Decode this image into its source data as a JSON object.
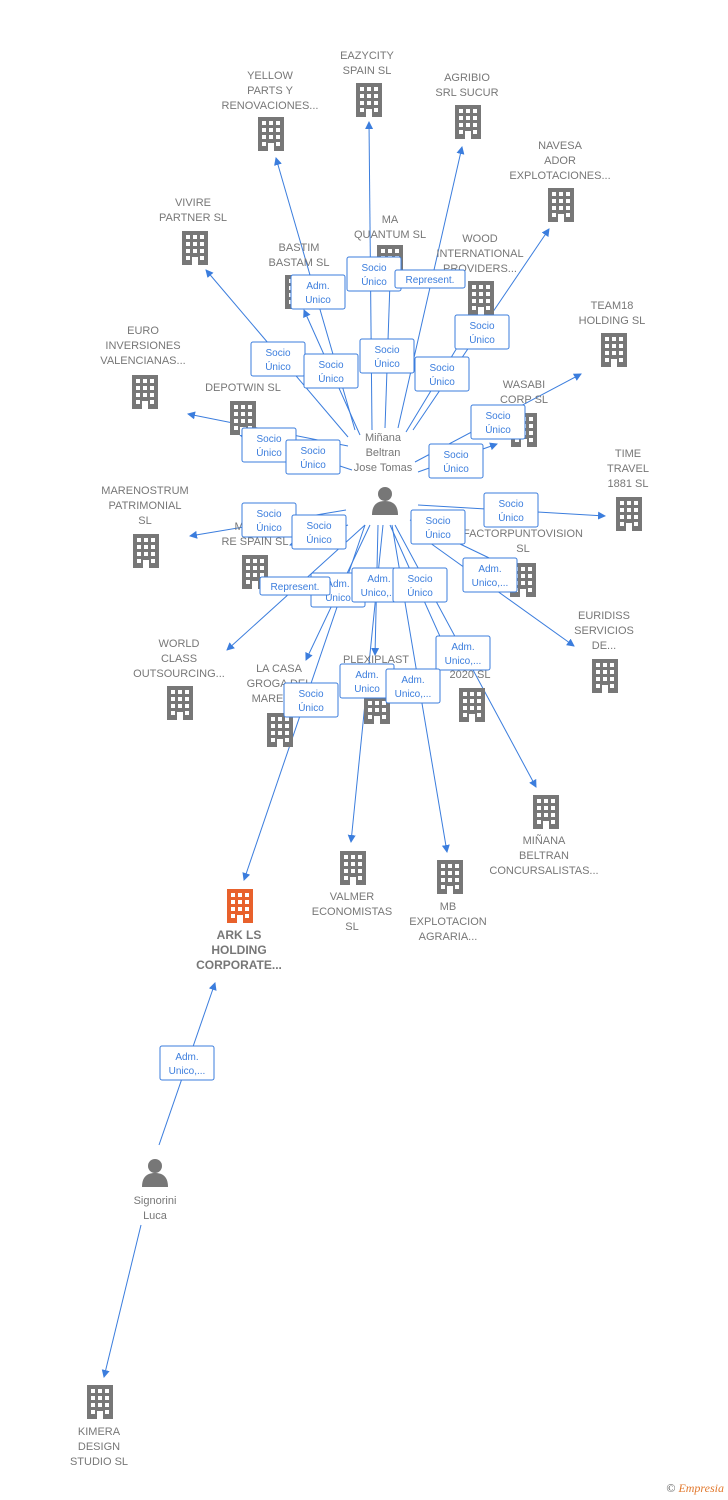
{
  "colors": {
    "edge": "#3b7ddd",
    "building": "#777777",
    "building_highlight": "#e8612c",
    "person": "#777777",
    "label": "#777777"
  },
  "nodes": [
    {
      "id": "yellow",
      "type": "company",
      "lines": [
        "YELLOW",
        "PARTS Y",
        "RENOVACIONES..."
      ]
    },
    {
      "id": "eazycity",
      "type": "company",
      "lines": [
        "EAZYCITY",
        "SPAIN  SL"
      ]
    },
    {
      "id": "agribio",
      "type": "company",
      "lines": [
        "AGRIBIO",
        "SRL SUCUR"
      ]
    },
    {
      "id": "navesa",
      "type": "company",
      "lines": [
        "NAVESA",
        "ADOR",
        "EXPLOTACIONES..."
      ]
    },
    {
      "id": "vivire",
      "type": "company",
      "lines": [
        "VIVIRE",
        "PARTNER  SL"
      ]
    },
    {
      "id": "ma",
      "type": "company",
      "lines": [
        "MA",
        "QUANTUM  SL"
      ]
    },
    {
      "id": "bastim",
      "type": "company",
      "lines": [
        "BASTIM",
        "BASTAM  SL"
      ]
    },
    {
      "id": "wood",
      "type": "company",
      "lines": [
        "WOOD",
        "INTERNATIONAL",
        "PROVIDERS..."
      ]
    },
    {
      "id": "team18",
      "type": "company",
      "lines": [
        "TEAM18",
        "HOLDING  SL"
      ]
    },
    {
      "id": "euro",
      "type": "company",
      "lines": [
        "EURO",
        "INVERSIONES",
        "VALENCIANAS..."
      ]
    },
    {
      "id": "depotwin",
      "type": "company",
      "lines": [
        "DEPOTWIN  SL"
      ]
    },
    {
      "id": "wasabi",
      "type": "company",
      "lines": [
        "WASABI",
        "CORP  SL"
      ]
    },
    {
      "id": "timetravel",
      "type": "company",
      "lines": [
        "TIME",
        "TRAVEL",
        "1881  SL"
      ]
    },
    {
      "id": "marenostrum",
      "type": "company",
      "lines": [
        "MARENOSTRUM",
        "PATRIMONIAL",
        "SL"
      ]
    },
    {
      "id": "merco",
      "type": "company",
      "lines": [
        "MERCO",
        "RE SPAIN  SL"
      ]
    },
    {
      "id": "factor",
      "type": "company",
      "lines": [
        "FACTORPUNTOVISION",
        "SL"
      ]
    },
    {
      "id": "euridiss",
      "type": "company",
      "lines": [
        "EURIDISS",
        "SERVICIOS",
        "DE..."
      ]
    },
    {
      "id": "world",
      "type": "company",
      "lines": [
        "WORLD",
        "CLASS",
        "OUTSOURCING..."
      ]
    },
    {
      "id": "lacasa",
      "type": "company",
      "lines": [
        "LA CASA",
        "GROGA DEL",
        "MARENY..."
      ]
    },
    {
      "id": "plexiplast",
      "type": "company",
      "lines": [
        "PLEXIPLAST"
      ]
    },
    {
      "id": "x2020",
      "type": "company",
      "lines": [
        "2020  SL"
      ]
    },
    {
      "id": "minanaconc",
      "type": "company",
      "lines": [
        "MIÑANA",
        "BELTRAN",
        "CONCURSALISTAS..."
      ]
    },
    {
      "id": "valmer",
      "type": "company",
      "lines": [
        "VALMER",
        "ECONOMISTAS",
        "SL"
      ]
    },
    {
      "id": "mb",
      "type": "company",
      "lines": [
        "MB",
        "EXPLOTACION",
        "AGRARIA..."
      ]
    },
    {
      "id": "ark",
      "type": "company",
      "highlight": true,
      "lines": [
        "ARK LS",
        "HOLDING",
        "CORPORATE..."
      ]
    },
    {
      "id": "kimera",
      "type": "company",
      "lines": [
        "KIMERA",
        "DESIGN",
        "STUDIO  SL"
      ]
    },
    {
      "id": "jose",
      "type": "person",
      "lines": [
        "Miñana",
        "Beltran",
        "Jose Tomas"
      ]
    },
    {
      "id": "luca",
      "type": "person",
      "lines": [
        "Signorini",
        "Luca"
      ]
    }
  ],
  "badges": [
    {
      "lines": [
        "Adm.",
        "Unico"
      ]
    },
    {
      "lines": [
        "Socio",
        "Único"
      ]
    },
    {
      "lines": [
        "Represent."
      ]
    },
    {
      "lines": [
        "Socio",
        "Único"
      ]
    },
    {
      "lines": [
        "Socio",
        "Único"
      ]
    },
    {
      "lines": [
        "Socio",
        "Único"
      ]
    },
    {
      "lines": [
        "Socio",
        "Único"
      ]
    },
    {
      "lines": [
        "Socio",
        "Único"
      ]
    },
    {
      "lines": [
        "Socio",
        "Único"
      ]
    },
    {
      "lines": [
        "Socio",
        "Único"
      ]
    },
    {
      "lines": [
        "Socio",
        "Único"
      ]
    },
    {
      "lines": [
        "Socio",
        "Único"
      ]
    },
    {
      "lines": [
        "Socio",
        "Único"
      ]
    },
    {
      "lines": [
        "Socio",
        "Único"
      ]
    },
    {
      "lines": [
        "Socio",
        "Único"
      ]
    },
    {
      "lines": [
        "Socio",
        "Único"
      ]
    },
    {
      "lines": [
        "Adm.",
        "Unico"
      ]
    },
    {
      "lines": [
        "Adm.",
        "Unico,..."
      ]
    },
    {
      "lines": [
        "Socio",
        "Único"
      ]
    },
    {
      "lines": [
        "Represent."
      ]
    },
    {
      "lines": [
        "Adm.",
        "Unico,..."
      ]
    },
    {
      "lines": [
        "Adm.",
        "Unico"
      ]
    },
    {
      "lines": [
        "Adm.",
        "Unico,..."
      ]
    },
    {
      "lines": [
        "Socio",
        "Único"
      ]
    },
    {
      "lines": [
        "Adm.",
        "Unico,..."
      ]
    },
    {
      "lines": [
        "Adm.",
        "Unico,..."
      ]
    }
  ],
  "footer": {
    "copyright": "©",
    "brand": "Empresia"
  }
}
